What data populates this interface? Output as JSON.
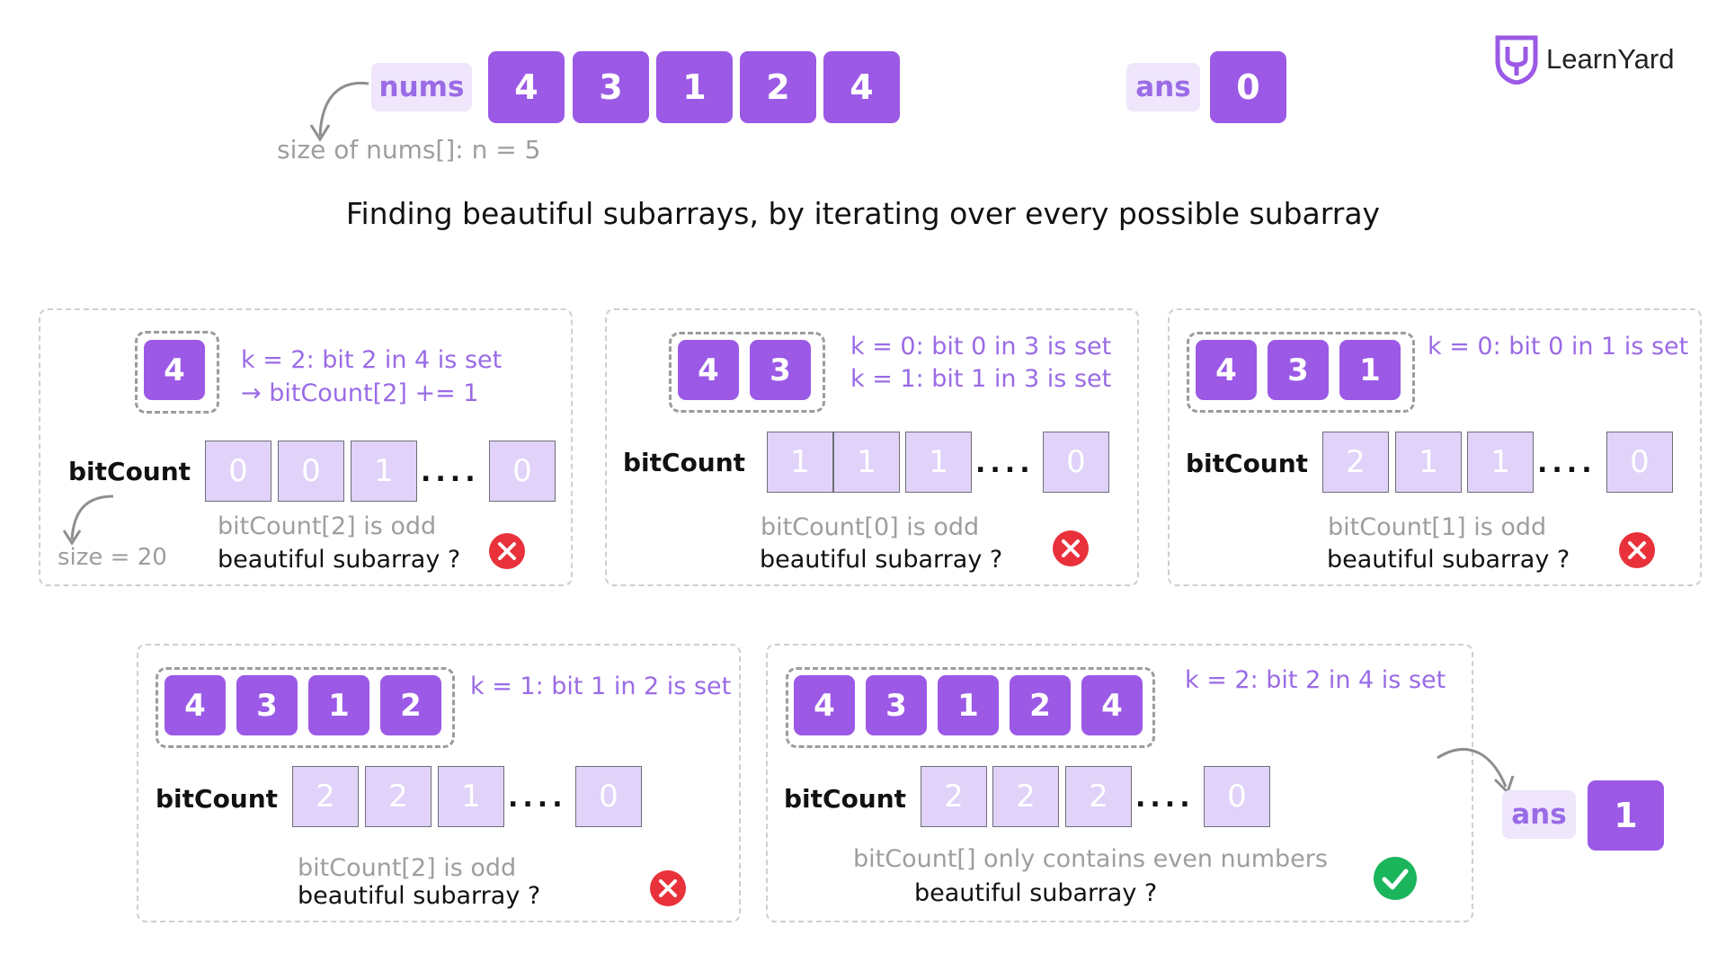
{
  "header": {
    "nums_label": "nums",
    "nums": [
      "4",
      "3",
      "1",
      "2",
      "4"
    ],
    "size_note": "size of nums[]: n = 5",
    "ans_label": "ans",
    "ans_value": "0",
    "title": "Finding beautiful subarrays, by iterating over every possible subarray",
    "logo_text": "LearnYard"
  },
  "colors": {
    "accent": "#9b59e6",
    "light_cell": "#e0d2f9",
    "label_bg": "#efe6fc",
    "fail": "#e8313a",
    "success": "#1bb55c"
  },
  "panels": [
    {
      "subarray": [
        "4"
      ],
      "notes": [
        "k = 2: bit 2 in 4 is set",
        "→ bitCount[2] += 1"
      ],
      "bitcount_label": "bitCount",
      "bitcount": [
        "0",
        "0",
        "1",
        "0"
      ],
      "dots": "....",
      "size_note": "size = 20",
      "check": "bitCount[2] is odd",
      "question": "beautiful subarray ?",
      "result_icon": "cross-icon"
    },
    {
      "subarray": [
        "4",
        "3"
      ],
      "notes": [
        "k = 0: bit 0 in 3 is set",
        "k = 1: bit 1 in 3 is set"
      ],
      "bitcount_label": "bitCount",
      "bitcount": [
        "1",
        "1",
        "1",
        "0"
      ],
      "dots": "....",
      "check": "bitCount[0] is odd",
      "question": "beautiful subarray ?",
      "result_icon": "cross-icon"
    },
    {
      "subarray": [
        "4",
        "3",
        "1"
      ],
      "notes": [
        "k = 0: bit 0 in 1 is set"
      ],
      "bitcount_label": "bitCount",
      "bitcount": [
        "2",
        "1",
        "1",
        "0"
      ],
      "dots": "....",
      "check": "bitCount[1] is odd",
      "question": "beautiful subarray ?",
      "result_icon": "cross-icon"
    },
    {
      "subarray": [
        "4",
        "3",
        "1",
        "2"
      ],
      "notes": [
        "k = 1: bit 1 in 2 is set"
      ],
      "bitcount_label": "bitCount",
      "bitcount": [
        "2",
        "2",
        "1",
        "0"
      ],
      "dots": "....",
      "check": "bitCount[2] is odd",
      "question": "beautiful subarray ?",
      "result_icon": "cross-icon"
    },
    {
      "subarray": [
        "4",
        "3",
        "1",
        "2",
        "4"
      ],
      "notes": [
        "k = 2: bit 2 in 4 is set"
      ],
      "bitcount_label": "bitCount",
      "bitcount": [
        "2",
        "2",
        "2",
        "0"
      ],
      "dots": "....",
      "check": "bitCount[] only contains even numbers",
      "question": "beautiful subarray ?",
      "result_icon": "check-icon"
    }
  ],
  "result": {
    "ans_label": "ans",
    "ans_value": "1"
  }
}
